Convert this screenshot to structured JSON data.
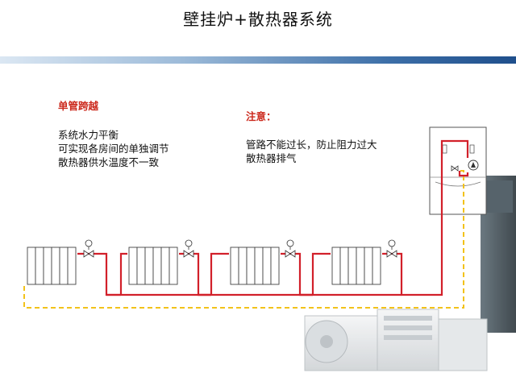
{
  "slide": {
    "title": "壁挂炉+散热器系统"
  },
  "left_note": {
    "heading": "单管跨越",
    "lines": [
      "系统水力平衡",
      "可实现各房间的单独调节",
      "散热器供水温度不一致"
    ]
  },
  "right_note": {
    "heading": "注意：",
    "lines": [
      "管路不能过长，防止阻力过大",
      "散热器排气"
    ]
  },
  "colors": {
    "supply_pipe": "#d2202a",
    "return_pipe": "#f2c21a",
    "accent_rule": "#2a5c99",
    "heading_text": "#cc2a1e"
  },
  "icons": [
    "radiator-icon",
    "thermostatic-valve-icon",
    "wall-boiler-icon",
    "circulation-pump-icon",
    "heat-pump-outdoor-unit-icon"
  ]
}
